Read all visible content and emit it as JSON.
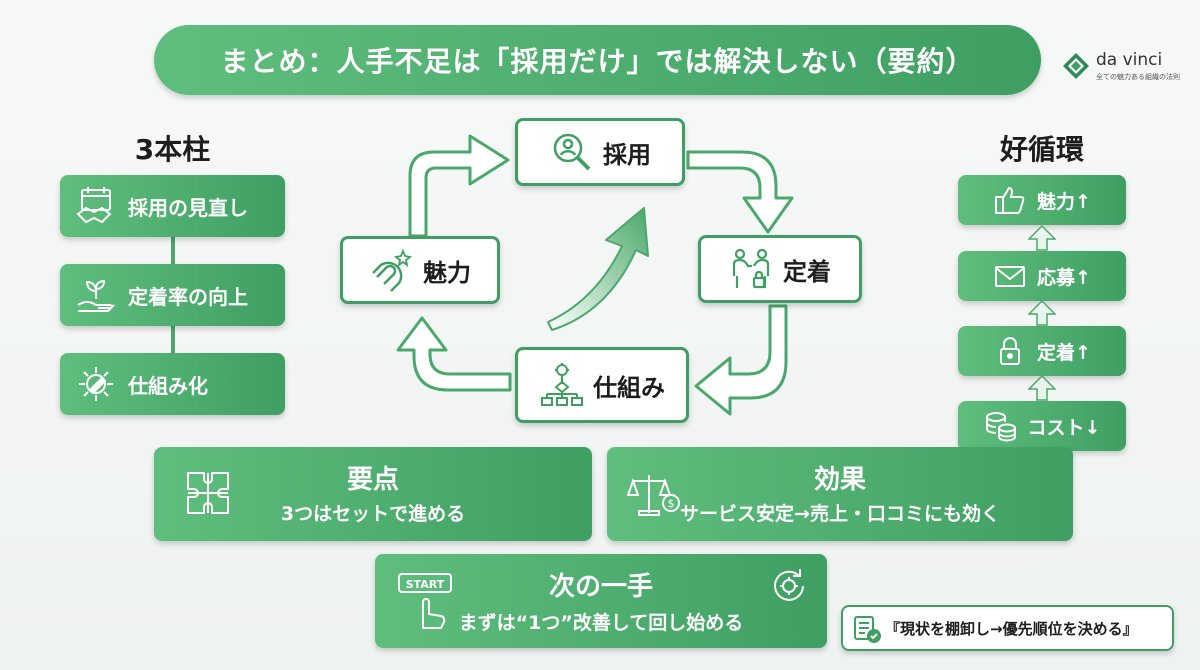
{
  "title": "まとめ：人手不足は「採用だけ」では解決しない（要約）",
  "logo": {
    "name": "da vinci",
    "tagline": "全ての魅力ある組織の法則"
  },
  "pillars": {
    "heading": "3本柱",
    "items": [
      {
        "label": "採用の見直し",
        "icon": "handshake-icon"
      },
      {
        "label": "定着率の向上",
        "icon": "sprout-hand-icon"
      },
      {
        "label": "仕組み化",
        "icon": "gear-wrench-icon"
      }
    ]
  },
  "cycle": {
    "recruit": "採用",
    "retain": "定着",
    "system": "仕組み",
    "appeal": "魅力"
  },
  "loop": {
    "heading": "好循環",
    "items": [
      {
        "label": "魅力↑",
        "icon": "thumbs-up-icon"
      },
      {
        "label": "応募↑",
        "icon": "mail-icon"
      },
      {
        "label": "定着↑",
        "icon": "lock-icon"
      },
      {
        "label": "コスト↓",
        "icon": "coins-icon"
      }
    ]
  },
  "cards": {
    "points": {
      "title": "要点",
      "sub": "3つはセットで進める"
    },
    "effects": {
      "title": "効果",
      "sub": "サービス安定→売上・口コミにも効く"
    },
    "next": {
      "title": "次の一手",
      "sub": "まずは“1つ”改善して回し始める",
      "button_label": "START"
    }
  },
  "note": "『現状を棚卸し→優先順位を決める』",
  "colors": {
    "accent_light": "#5fbe7d",
    "accent_dark": "#3f9f63",
    "arrow_light": "#e8f4ec"
  }
}
